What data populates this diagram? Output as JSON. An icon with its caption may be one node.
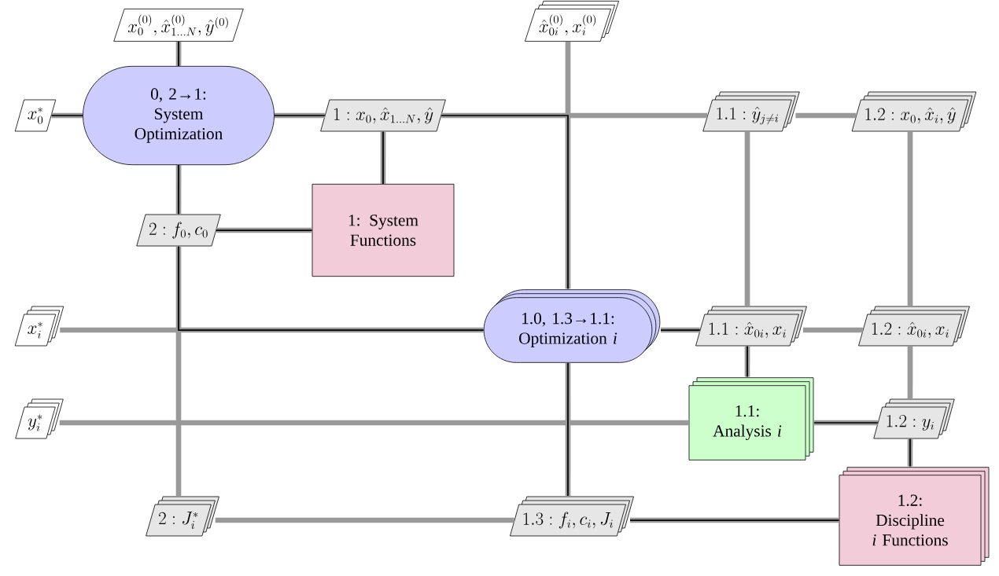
{
  "diagram": {
    "nodes": [
      {
        "text": [
          "x_0^{(0)}, \\hat{x}_{1\\ldots N}^{(0)}, \\hat{y}^{(0)}"
        ]
      },
      {
        "text": [
          "\\hat{x}_{0i}^{(0)}, x_i^{(0)}"
        ]
      },
      {
        "text": [
          "x_0^*"
        ]
      },
      {
        "text": [
          "0, 2→1: System Optimization"
        ]
      },
      {
        "text": [
          "1 : x_0, \\hat{x}_{1\\ldots N}, \\hat{y}"
        ]
      },
      {
        "text": [
          "1.1 : \\hat{y}_{j\\neq i}"
        ]
      },
      {
        "text": [
          "1.2 : x_0, \\hat{x}_i, \\hat{y}"
        ]
      },
      {
        "text": [
          "2 : f_0, c_0"
        ]
      },
      {
        "text": [
          "1: System Functions"
        ]
      },
      {
        "text": [
          "x_i^*"
        ]
      },
      {
        "text": [
          "1.0, 1.3→1.1: Optimization *i*"
        ]
      },
      {
        "text": [
          "1.1 : \\hat{x}_{0i}, x_i"
        ]
      },
      {
        "text": [
          "1.2 : \\hat{x}_{0i}, x_i"
        ]
      },
      {
        "text": [
          "y_i^*"
        ]
      },
      {
        "text": [
          "1.1: Analysis *i*"
        ]
      },
      {
        "text": [
          "1.2 : y_i"
        ]
      },
      {
        "text": [
          "2 : J_i^*"
        ]
      },
      {
        "text": [
          "1.3 : f_i, c_i, J_i"
        ]
      },
      {
        "text": [
          "1.2: Discipline *i* Functions"
        ]
      }
    ],
    "edges": [
      {
        "from": 0,
        "to": 3,
        "arrow": "none"
      },
      {
        "from": 2,
        "to": 3,
        "arrow": "none"
      },
      {
        "from": 3,
        "to": 4,
        "arrow": "none"
      },
      {
        "from": 3,
        "to": 7,
        "arrow": "none"
      },
      {
        "from": 4,
        "to": 8,
        "arrow": "none"
      },
      {
        "from": 7,
        "to": 8,
        "arrow": "none"
      },
      {
        "from": 4,
        "to": 5,
        "arrow": "none"
      },
      {
        "from": 5,
        "to": 6,
        "arrow": "none"
      },
      {
        "from": 1,
        "to": 10,
        "arrow": "none"
      },
      {
        "from": 5,
        "to": 11,
        "arrow": "none"
      },
      {
        "from": 6,
        "to": 12,
        "arrow": "none"
      },
      {
        "from": 9,
        "to": 10,
        "arrow": "none"
      },
      {
        "from": 10,
        "to": 11,
        "arrow": "none"
      },
      {
        "from": 11,
        "to": 12,
        "arrow": "none"
      },
      {
        "from": 11,
        "to": 14,
        "arrow": "none"
      },
      {
        "from": 12,
        "to": 15,
        "arrow": "none"
      },
      {
        "from": 13,
        "to": 14,
        "arrow": "none"
      },
      {
        "from": 14,
        "to": 15,
        "arrow": "none"
      },
      {
        "from": 15,
        "to": 18,
        "arrow": "none"
      },
      {
        "from": 7,
        "to": 16,
        "arrow": "none"
      },
      {
        "from": 16,
        "to": 17,
        "arrow": "none"
      },
      {
        "from": 10,
        "to": 17,
        "arrow": "none"
      },
      {
        "from": 17,
        "to": 18,
        "arrow": "none"
      },
      {
        "from": 0,
        "to": 3,
        "arrow": "none",
        "color": "#000000"
      },
      {
        "from": 2,
        "to": 3,
        "arrow": "none",
        "color": "#000000"
      },
      {
        "from": 3,
        "to": 4,
        "arrow": "none",
        "color": "#000000"
      },
      {
        "from": 3,
        "to": 7,
        "arrow": "none",
        "color": "#000000"
      },
      {
        "from": 4,
        "to": 8,
        "arrow": "none",
        "color": "#000000"
      },
      {
        "from": 7,
        "to": 8,
        "arrow": "none",
        "color": "#000000"
      },
      {
        "from": 4,
        "to": 10,
        "arrow": "none",
        "color": "#000000"
      },
      {
        "from": 7,
        "to": 10,
        "arrow": "none",
        "color": "#000000"
      },
      {
        "from": 10,
        "to": 11,
        "arrow": "none",
        "color": "#000000"
      },
      {
        "from": 11,
        "to": 14,
        "arrow": "none",
        "color": "#000000"
      },
      {
        "from": 14,
        "to": 15,
        "arrow": "none",
        "color": "#000000"
      },
      {
        "from": 15,
        "to": 18,
        "arrow": "none",
        "color": "#000000"
      },
      {
        "from": 10,
        "to": 17,
        "arrow": "none",
        "color": "#000000"
      },
      {
        "from": 17,
        "to": 18,
        "arrow": "none",
        "color": "#000000"
      }
    ]
  }
}
